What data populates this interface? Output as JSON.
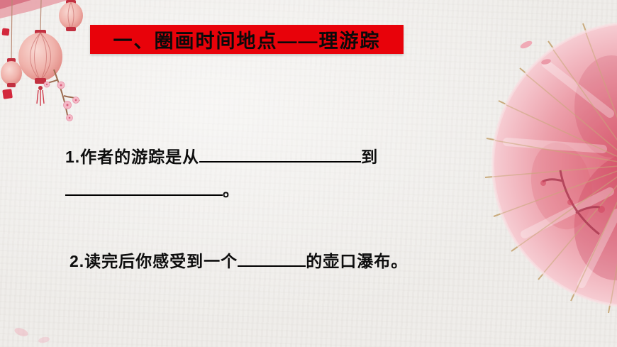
{
  "slide": {
    "title": "一、圈画时间地点——理游踪",
    "question1": {
      "prefix": "1.作者的游踪是从",
      "connector": "到",
      "line2_suffix": "。"
    },
    "question2": {
      "prefix": "2.读完后你感受到一个",
      "suffix": "的壶口瀑布。"
    }
  },
  "colors": {
    "banner_red": "#e8020a",
    "text_black": "#0e0e0e",
    "background_paper": "#efedea",
    "umbrella_pink": "#e4808f",
    "umbrella_rib_tan": "#c8a878",
    "lantern_pink": "#eb9a93",
    "blossom_pink": "#f4b9c6"
  },
  "decorations": {
    "top_left": "watercolor lanterns with cherry blossom branch",
    "right": "pink paper umbrella (partial, off right edge)",
    "floating": "pink petals"
  }
}
